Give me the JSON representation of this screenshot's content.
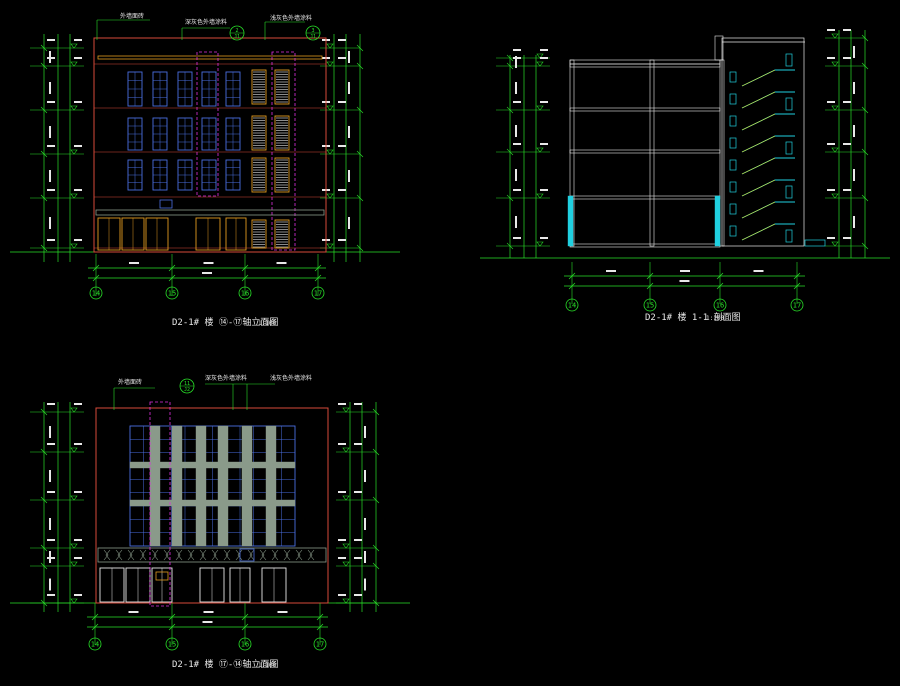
{
  "colors": {
    "background": "#000000",
    "dim_line": "#28e028",
    "wall": "#d64a3a",
    "window": "#4a6ee0",
    "window_white": "#e8e8e8",
    "magenta": "#e030e0",
    "orange": "#e09a20",
    "cyan": "#20d0e0",
    "yellow": "#e8e020",
    "stone": "#8a9a8a",
    "text": "#e8e8e8"
  },
  "drawings": {
    "front": {
      "title": "D2-1# 楼 ⑭-⑰轴立面图",
      "scale": "1:100",
      "axes": [
        "14",
        "15",
        "16",
        "17"
      ],
      "callouts": [
        "外墙面砖",
        "深灰色外墙涂料",
        "浅灰色外墙涂料"
      ],
      "callout_circles": [
        {
          "top": "2",
          "bottom": "J1"
        },
        {
          "top": "3",
          "bottom": "J1"
        }
      ]
    },
    "section": {
      "title": "D2-1# 楼 1-1 剖面图",
      "scale": "1:100",
      "axes": [
        "14",
        "15",
        "16",
        "17"
      ]
    },
    "rear": {
      "title": "D2-1# 楼 ⑰-⑭轴立面图",
      "scale": "1:100",
      "axes": [
        "14",
        "15",
        "16",
        "17"
      ],
      "callouts": [
        "外墙面砖",
        "深灰色外墙涂料",
        "浅灰色外墙涂料"
      ],
      "callout_circles": [
        {
          "top": "11",
          "bottom": "J2"
        }
      ]
    }
  }
}
